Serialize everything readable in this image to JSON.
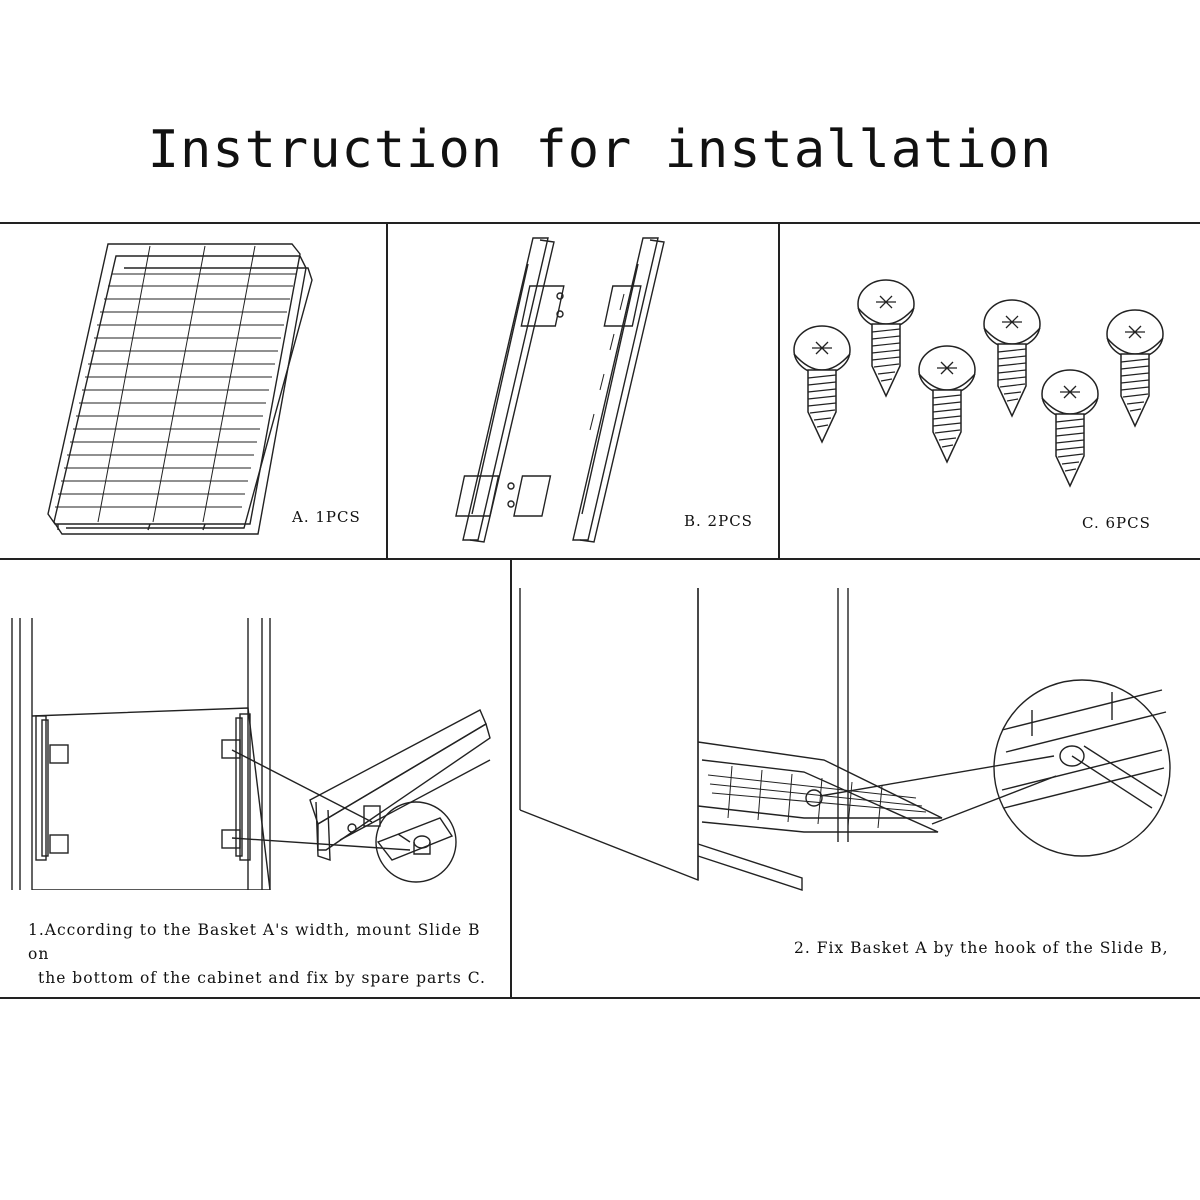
{
  "title": "Instruction for installation",
  "parts": [
    {
      "label": "A.  1PCS",
      "item": "basket"
    },
    {
      "label": "B.  2PCS",
      "item": "slide"
    },
    {
      "label": "C.  6PCS",
      "item": "screw"
    }
  ],
  "steps": [
    {
      "text_line1": "1.According to the Basket A's width, mount Slide B on",
      "text_line2": "the bottom of the cabinet and fix by spare parts C."
    },
    {
      "text": "2. Fix Basket A by the hook of the Slide B,"
    }
  ]
}
